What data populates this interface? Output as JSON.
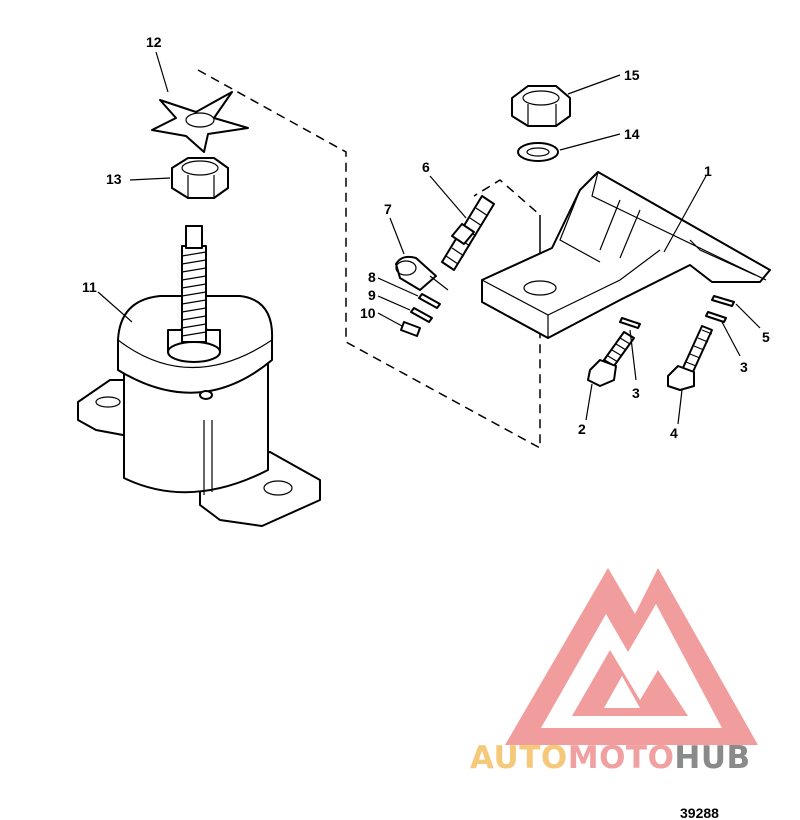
{
  "callouts": {
    "c1": "1",
    "c2": "2",
    "c3a": "3",
    "c3b": "3",
    "c4": "4",
    "c5": "5",
    "c6": "6",
    "c7": "7",
    "c8": "8",
    "c9": "9",
    "c10": "10",
    "c11": "11",
    "c12": "12",
    "c13": "13",
    "c14": "14",
    "c15": "15"
  },
  "figure_number": "39288",
  "watermark": {
    "part1": "AUTO",
    "part2": "MOTO",
    "part3": "HUB",
    "colors": {
      "auto": "#f6c87a",
      "moto": "#f0a0a0",
      "hub": "#8a8a8a",
      "logo": "#f08c8c"
    }
  }
}
